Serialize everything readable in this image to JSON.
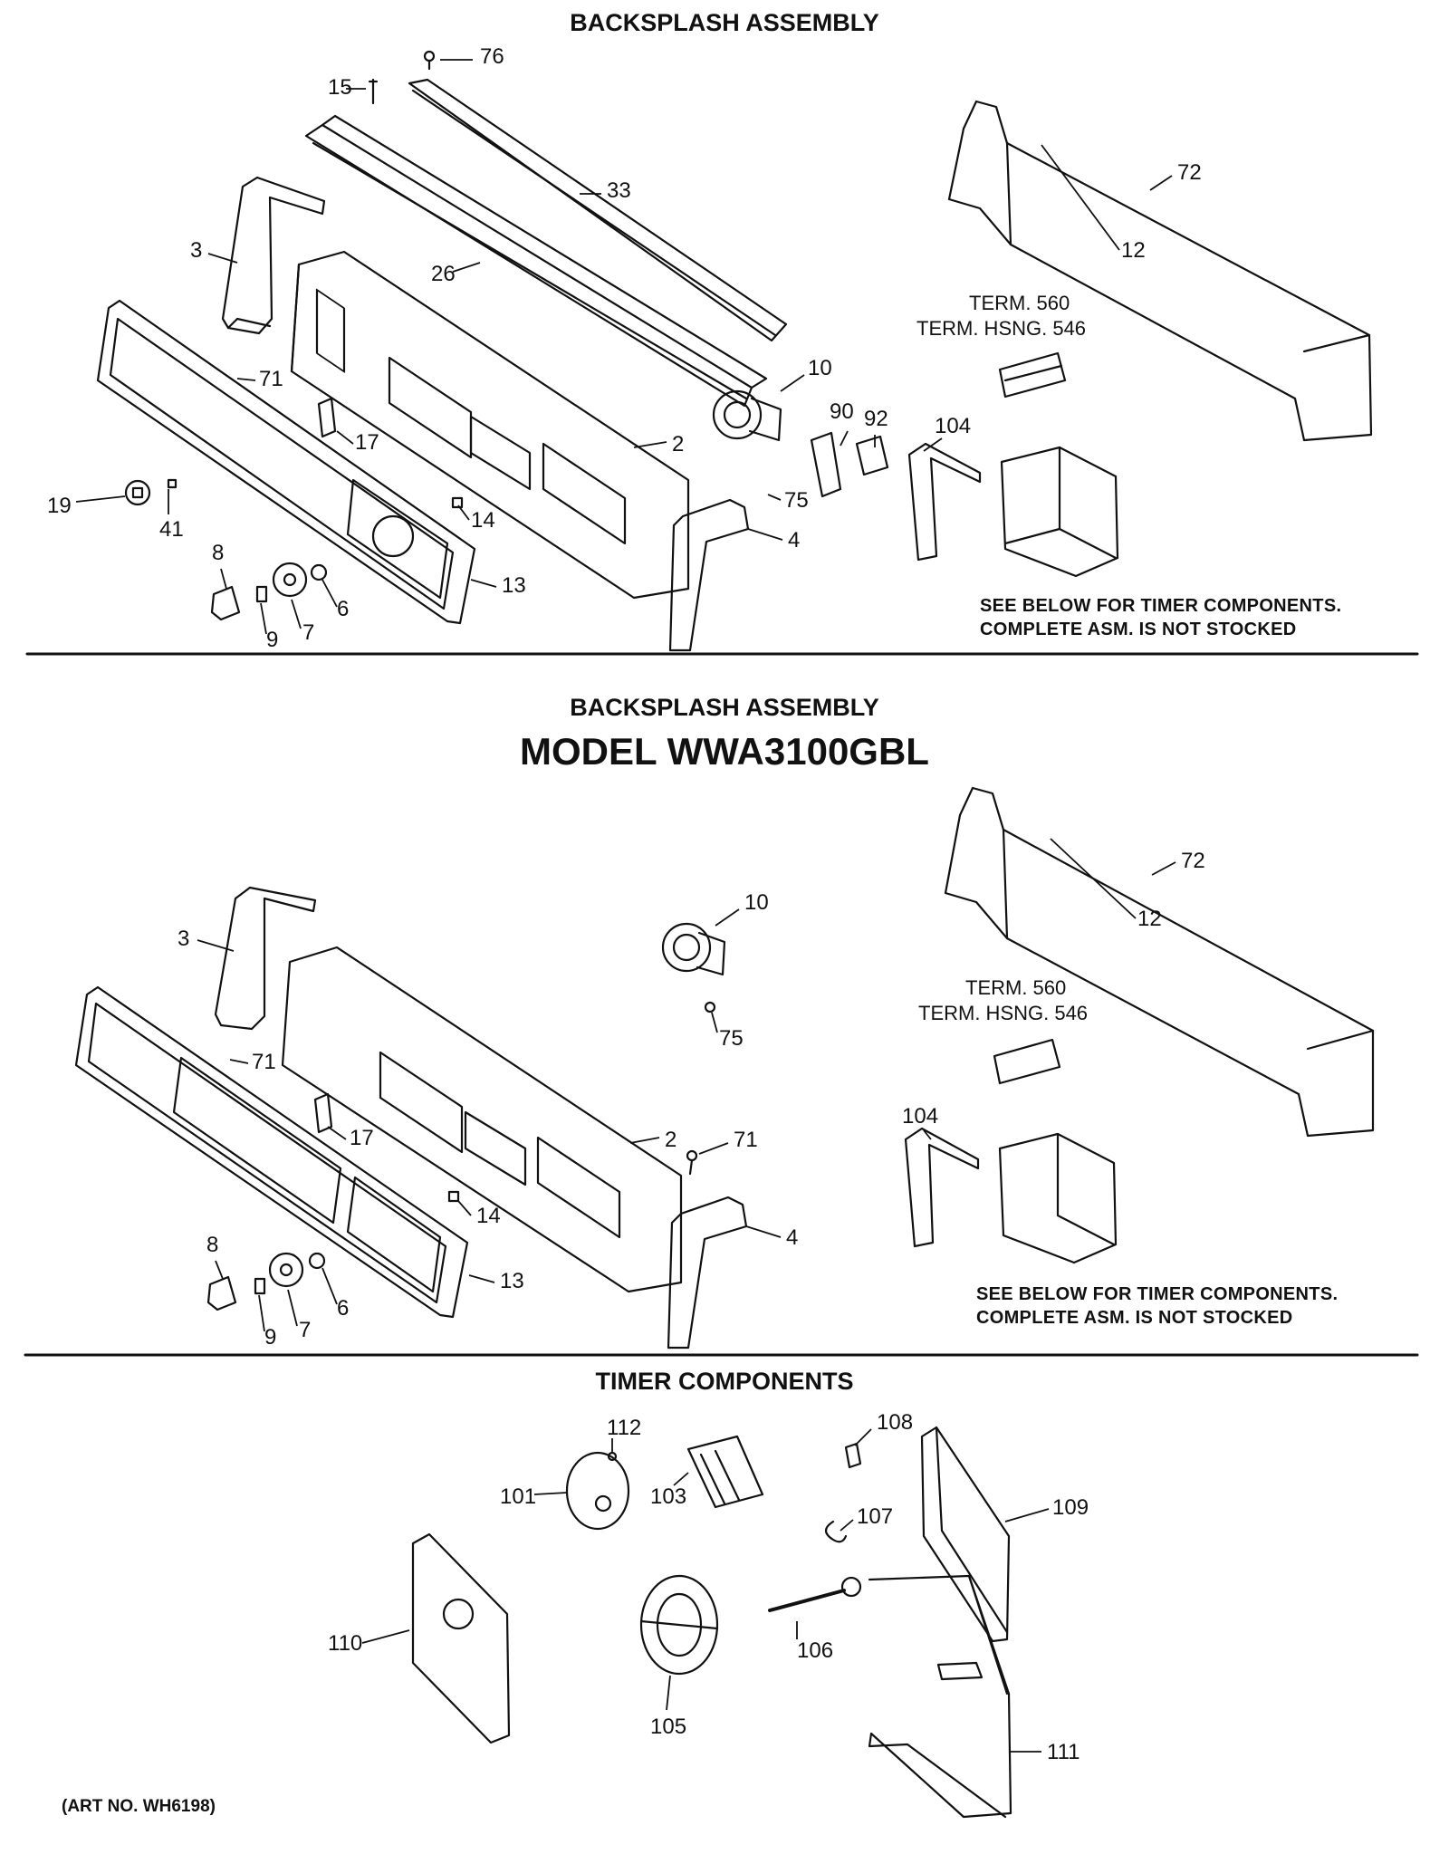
{
  "sections": {
    "top": {
      "title": "BACKSPLASH ASSEMBLY",
      "term_label_1": "TERM. 560",
      "term_label_2": "TERM. HSNG. 546",
      "note_line_1": "SEE BELOW FOR TIMER COMPONENTS.",
      "note_line_2": "COMPLETE ASM. IS NOT STOCKED",
      "callouts": [
        "76",
        "15",
        "33",
        "72",
        "3",
        "26",
        "12",
        "10",
        "71",
        "90",
        "92",
        "104",
        "17",
        "2",
        "75",
        "19",
        "41",
        "14",
        "4",
        "8",
        "6",
        "13",
        "9",
        "7"
      ]
    },
    "middle": {
      "title": "BACKSPLASH ASSEMBLY",
      "model": "MODEL WWA3100GBL",
      "term_label_1": "TERM. 560",
      "term_label_2": "TERM. HSNG. 546",
      "note_line_1": "SEE BELOW FOR TIMER COMPONENTS.",
      "note_line_2": "COMPLETE ASM. IS NOT STOCKED",
      "callouts": [
        "72",
        "10",
        "12",
        "3",
        "75",
        "71",
        "104",
        "17",
        "2",
        "71",
        "14",
        "4",
        "8",
        "13",
        "9",
        "7",
        "6"
      ]
    },
    "timer": {
      "title": "TIMER COMPONENTS",
      "callouts": [
        "112",
        "108",
        "101",
        "103",
        "109",
        "107",
        "110",
        "106",
        "105",
        "111"
      ]
    }
  },
  "footer": {
    "art_no": "(ART NO. WH6198)"
  }
}
